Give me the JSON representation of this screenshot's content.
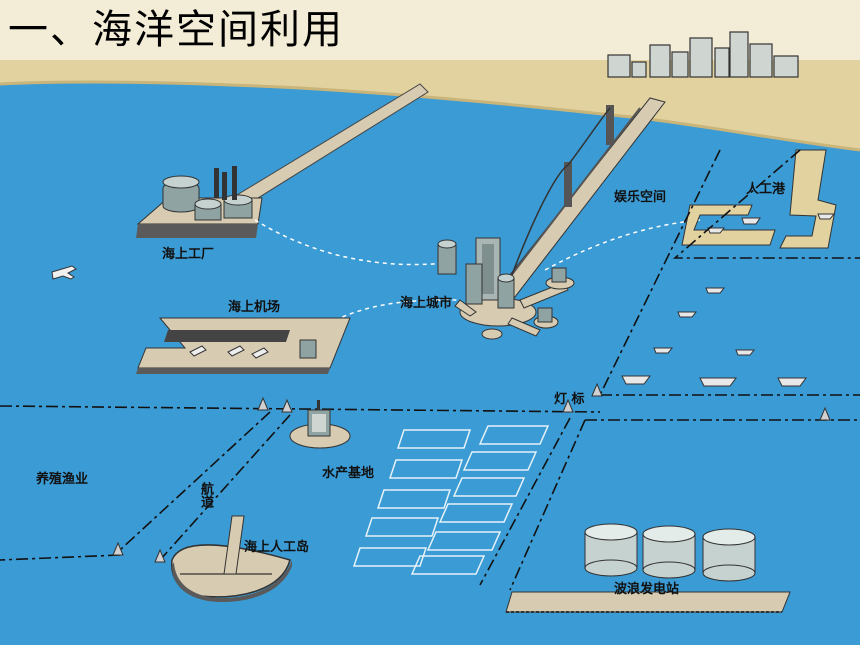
{
  "title": "一、海洋空间利用",
  "colors": {
    "sea": "#3b9bd4",
    "sea_dark": "#2f86c0",
    "shore": "#e2d2a0",
    "sky": "#f3ecd6",
    "platform": "#d7ccb2",
    "structure": "#8fa3a2"
  },
  "labels": {
    "factory": "海上工厂",
    "airport": "海上机场",
    "city": "海上城市",
    "entertainment": "娱乐空间",
    "harbor": "人工港",
    "lighthouse": "灯 标",
    "aquaculture_base": "水产基地",
    "fishery": "养殖渔业",
    "channel": "航道",
    "island": "海上人工岛",
    "wave_station": "波浪发电站"
  }
}
